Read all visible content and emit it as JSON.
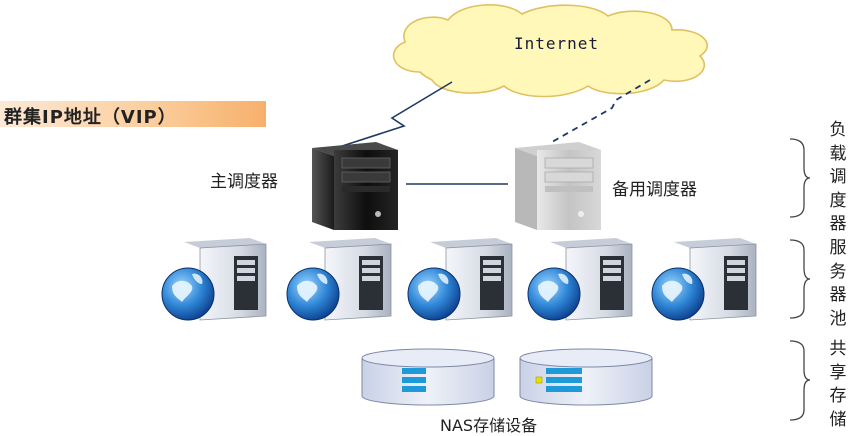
{
  "cloud": {
    "label": "Internet"
  },
  "vip_banner": {
    "label": "群集IP地址（VIP）"
  },
  "scheduler": {
    "primary_label": "主调度器",
    "backup_label": "备用调度器"
  },
  "server_pool": {
    "count": 5
  },
  "storage": {
    "label": "NAS存储设备",
    "devices": 2
  },
  "side_labels": {
    "load_balancer": "负\n载\n调\n度\n器",
    "server_pool": "服\n务\n器\n池",
    "shared_storage": "共\n享\n存\n储"
  },
  "colors": {
    "cloud_fill": "#fff8b8",
    "cloud_stroke": "#e0c060",
    "link_line": "#1f3864",
    "banner_accent": "#f7b06b",
    "disk_fill": "#dde4f2",
    "disk_stripe": "#1f9ad8"
  },
  "icons": [
    "cloud-icon",
    "server-tower-icon",
    "web-server-icon",
    "globe-icon",
    "storage-disk-icon",
    "brace-icon"
  ]
}
